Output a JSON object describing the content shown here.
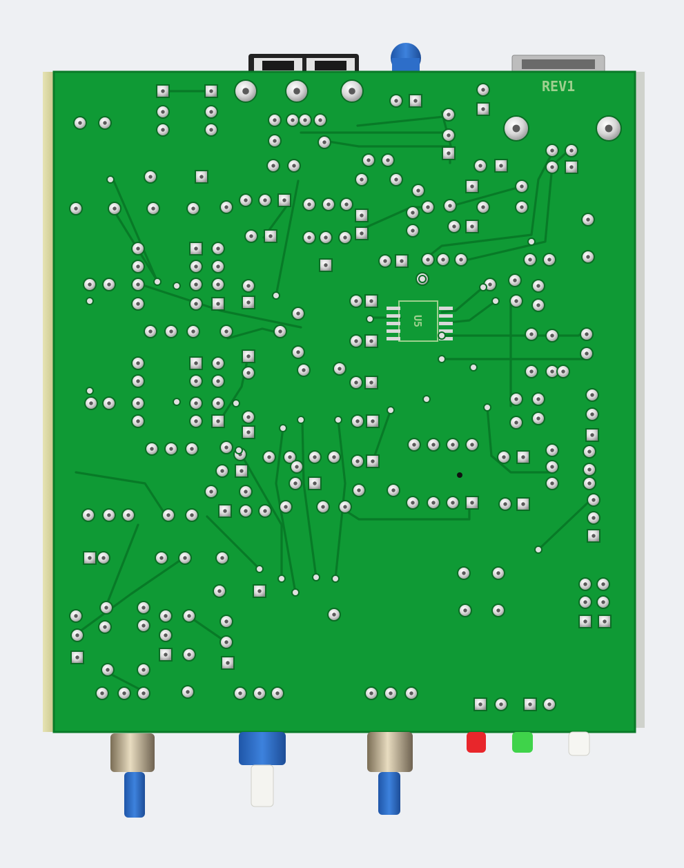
{
  "board": {
    "revision": "REV1",
    "ic_label": "U5"
  },
  "colors": {
    "background": "#eef0f3",
    "pcb": "#0f9a35",
    "pcb_edge": "#0a7a28",
    "trace": "#0b8a2e",
    "pad": "#cfcfcf",
    "enclosure_side": "#c9cbc5",
    "gold_edge": "#d8d67a",
    "knob_blue": "#2d6ec9",
    "knob_white": "#f4f4f0",
    "led_red": "#e8262b",
    "led_green": "#3fd34a",
    "led_white": "#f6f6f2",
    "thread_metal": "#b8a88a"
  },
  "components": {
    "top_connectors": [
      "usb-a-port",
      "usb-b-port",
      "blue-led-top",
      "usb-port-right"
    ],
    "bottom_parts": [
      "knob-blue-left",
      "knob-white",
      "knob-blue-right",
      "led-red",
      "led-green",
      "led-white"
    ]
  }
}
